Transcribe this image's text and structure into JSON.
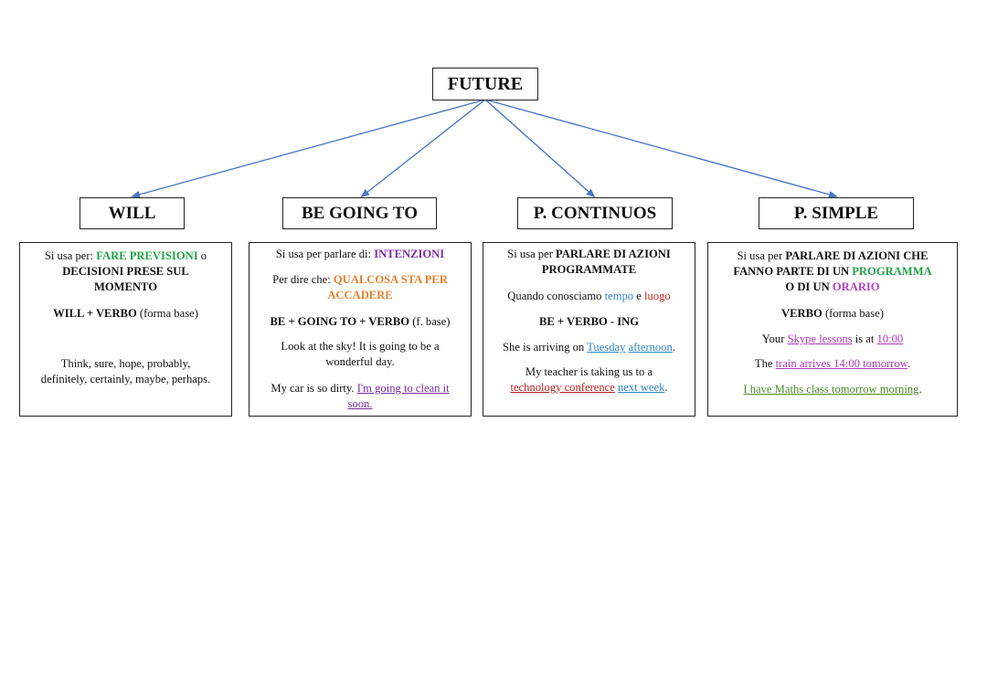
{
  "root": {
    "label": "FUTURE"
  },
  "branches": [
    {
      "title": "WILL",
      "l1": {
        "pre": "Si usa per: ",
        "hl": "FARE PREVISIONI",
        "post": " o"
      },
      "l1b": "DECISIONI PRESE SUL",
      "l1c": "MOMENTO",
      "l2": {
        "bold": "WILL + VERBO",
        "post": " (forma base)"
      },
      "l3": "Think, sure, hope, probably,",
      "l3b": "definitely, certainly, maybe, perhaps."
    },
    {
      "title": "BE GOING TO",
      "l1": {
        "pre": "Si usa per parlare di: ",
        "hl": "INTENZIONI"
      },
      "l2": {
        "pre": "Per dire che: ",
        "hl": "QUALCOSA STA PER",
        "hl2": "ACCADERE"
      },
      "l3": {
        "bold": "BE + GOING TO + VERBO",
        "post": " (f. base)"
      },
      "l4": "Look at the sky! It is going to be a",
      "l4b": "wonderful day.",
      "l5": {
        "pre": "My car is so dirty. ",
        "link": "I'm going to clean it",
        "link2": "soon."
      }
    },
    {
      "title": "P. CONTINUOS",
      "l1": {
        "pre": "Si usa per ",
        "bold": "PARLARE DI AZIONI",
        "bold2": "PROGRAMMATE"
      },
      "l2": {
        "pre": "Quando conosciamo ",
        "a": "tempo",
        "mid": " e ",
        "b": "luogo"
      },
      "l3": "BE + VERBO - ING",
      "l4": {
        "pre": "She is arriving on ",
        "a": "Tuesday",
        "b": "afternoon",
        "post": "."
      },
      "l5": "My teacher is taking us to a",
      "l5b": {
        "a": "technology conference",
        "b": "next week",
        "post": "."
      }
    },
    {
      "title": "P. SIMPLE",
      "l1": {
        "pre": "Si usa per ",
        "bold": "PARLARE DI AZIONI CHE",
        "bold2": "FANNO PARTE DI UN ",
        "hl": "PROGRAMMA",
        "bold3": "O DI UN ",
        "hl2": "ORARIO"
      },
      "l2": {
        "bold": "VERBO",
        "post": " (forma base)"
      },
      "l3": {
        "pre": "Your ",
        "a": "Skype lessons",
        "mid": " is at ",
        "b": "10:00"
      },
      "l4": {
        "pre": "The ",
        "a": "train arrives 14:00 tomorrow",
        "post": "."
      },
      "l5": {
        "a": "I have Maths class tomorrow morning",
        "post": "."
      }
    }
  ]
}
